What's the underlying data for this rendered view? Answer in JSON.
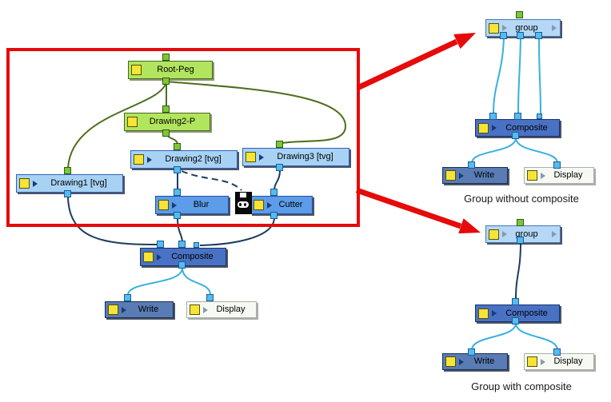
{
  "colors": {
    "annotation_red": "#e60a0a",
    "peg_fill": "#b2e55e",
    "peg_border": "#4a661e",
    "drawing_fill": "#a8d2f4",
    "effect_fill": "#5c9ce8",
    "composite_fill": "#4a72c4",
    "write_fill": "#5a7cb5",
    "display_fill": "#f6faf2",
    "port_green": "#7ac832",
    "port_cyan": "#54bcf0",
    "cable_peg_green": "#4c6e1c",
    "cable_image_navy": "#1e3c5c",
    "cable_cyan": "#38b0e0",
    "icon_yellow": "#f8e436"
  },
  "icons": {
    "properties_button": "yellow-square-icon",
    "preview_toggle": "play-triangle-icon",
    "matte_port": "matte-mask-icon"
  },
  "main_graph": {
    "nodes": {
      "root_peg": {
        "label": "Root-Peg"
      },
      "drawing2_p": {
        "label": "Drawing2-P"
      },
      "drawing1": {
        "label": "Drawing1 [tvg]"
      },
      "drawing2": {
        "label": "Drawing2 [tvg]"
      },
      "drawing3": {
        "label": "Drawing3 [tvg]"
      },
      "blur": {
        "label": "Blur"
      },
      "cutter": {
        "label": "Cutter"
      },
      "composite": {
        "label": "Composite"
      },
      "write": {
        "label": "Write"
      },
      "display": {
        "label": "Display"
      }
    }
  },
  "group_without_composite": {
    "caption": "Group without composite",
    "nodes": {
      "group": {
        "label": "group"
      },
      "composite": {
        "label": "Composite"
      },
      "write": {
        "label": "Write"
      },
      "display": {
        "label": "Display"
      }
    }
  },
  "group_with_composite": {
    "caption": "Group with composite",
    "nodes": {
      "group": {
        "label": "group"
      },
      "composite": {
        "label": "Composite"
      },
      "write": {
        "label": "Write"
      },
      "display": {
        "label": "Display"
      }
    }
  }
}
